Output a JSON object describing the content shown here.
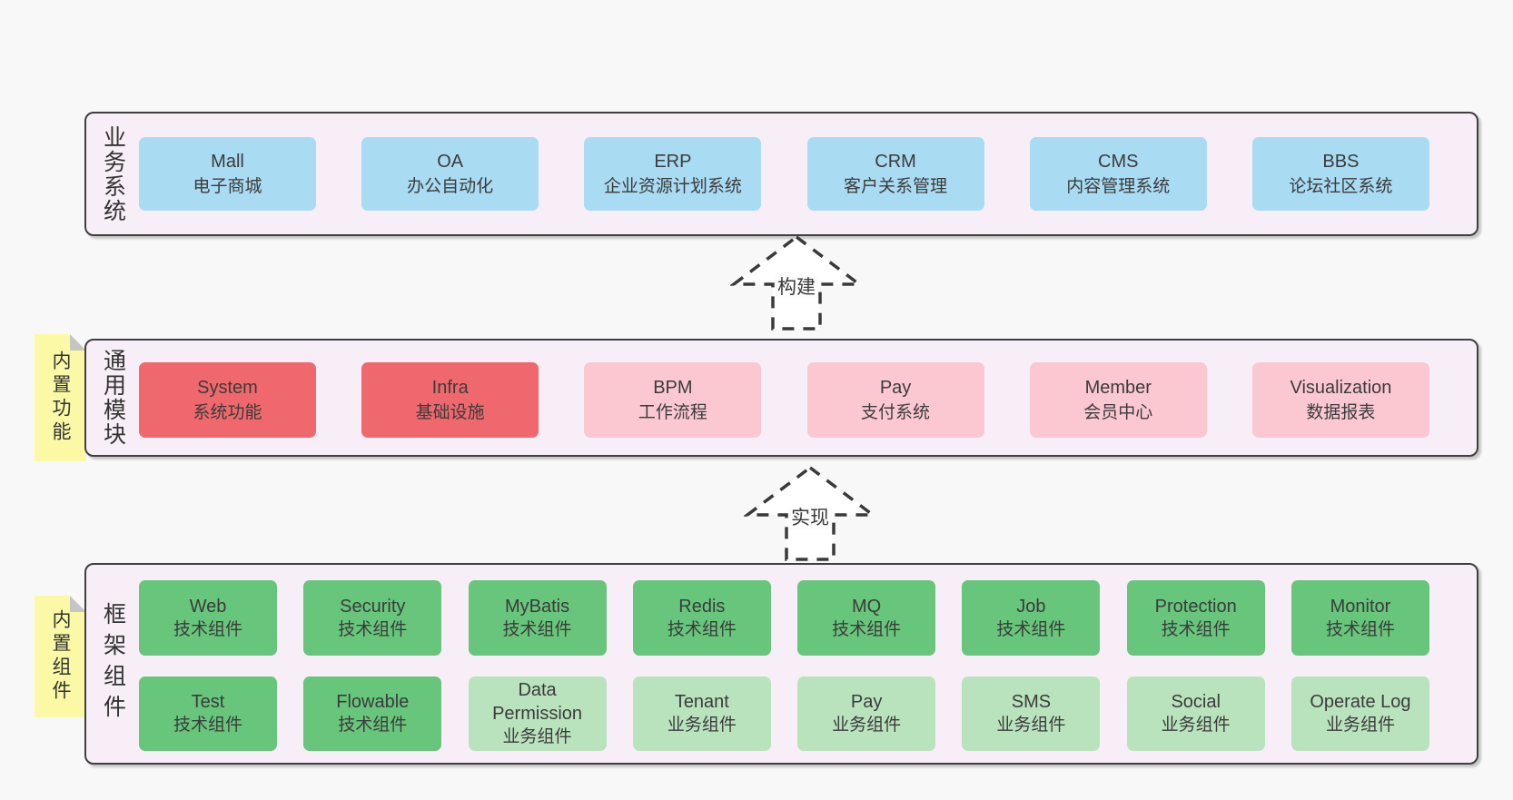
{
  "palette": {
    "page_bg": "#f8f8f8",
    "section_bg": "#f8eef7",
    "section_border": "#3f3f3f",
    "business_node": "#a9dbf2",
    "core_module_node": "#ef686d",
    "optional_module_node": "#fbc8d2",
    "tech_component_node": "#67c67b",
    "biz_component_node": "#b9e3bd",
    "sticky_note": "#fbf9a5"
  },
  "arrows": [
    {
      "label": "构建"
    },
    {
      "label": "实现"
    }
  ],
  "sections": {
    "business": {
      "label": "业务系统",
      "items": [
        {
          "name": "Mall",
          "desc": "电子商城"
        },
        {
          "name": "OA",
          "desc": "办公自动化"
        },
        {
          "name": "ERP",
          "desc": "企业资源计划系统"
        },
        {
          "name": "CRM",
          "desc": "客户关系管理"
        },
        {
          "name": "CMS",
          "desc": "内容管理系统"
        },
        {
          "name": "BBS",
          "desc": "论坛社区系统"
        }
      ]
    },
    "common": {
      "label": "通用模块",
      "sticky": "内置功能",
      "items": [
        {
          "name": "System",
          "desc": "系统功能"
        },
        {
          "name": "Infra",
          "desc": "基础设施"
        },
        {
          "name": "BPM",
          "desc": "工作流程"
        },
        {
          "name": "Pay",
          "desc": "支付系统"
        },
        {
          "name": "Member",
          "desc": "会员中心"
        },
        {
          "name": "Visualization",
          "desc": "数据报表"
        }
      ]
    },
    "framework": {
      "label": "框架组件",
      "sticky": "内置组件",
      "row1": [
        {
          "name": "Web",
          "desc": "技术组件"
        },
        {
          "name": "Security",
          "desc": "技术组件"
        },
        {
          "name": "MyBatis",
          "desc": "技术组件"
        },
        {
          "name": "Redis",
          "desc": "技术组件"
        },
        {
          "name": "MQ",
          "desc": "技术组件"
        },
        {
          "name": "Job",
          "desc": "技术组件"
        },
        {
          "name": "Protection",
          "desc": "技术组件"
        },
        {
          "name": "Monitor",
          "desc": "技术组件"
        }
      ],
      "row2": [
        {
          "name": "Test",
          "desc": "技术组件"
        },
        {
          "name": "Flowable",
          "desc": "技术组件"
        },
        {
          "name": "Data Permission",
          "desc": "业务组件"
        },
        {
          "name": "Tenant",
          "desc": "业务组件"
        },
        {
          "name": "Pay",
          "desc": "业务组件"
        },
        {
          "name": "SMS",
          "desc": "业务组件"
        },
        {
          "name": "Social",
          "desc": "业务组件"
        },
        {
          "name": "Operate Log",
          "desc": "业务组件"
        }
      ]
    }
  }
}
